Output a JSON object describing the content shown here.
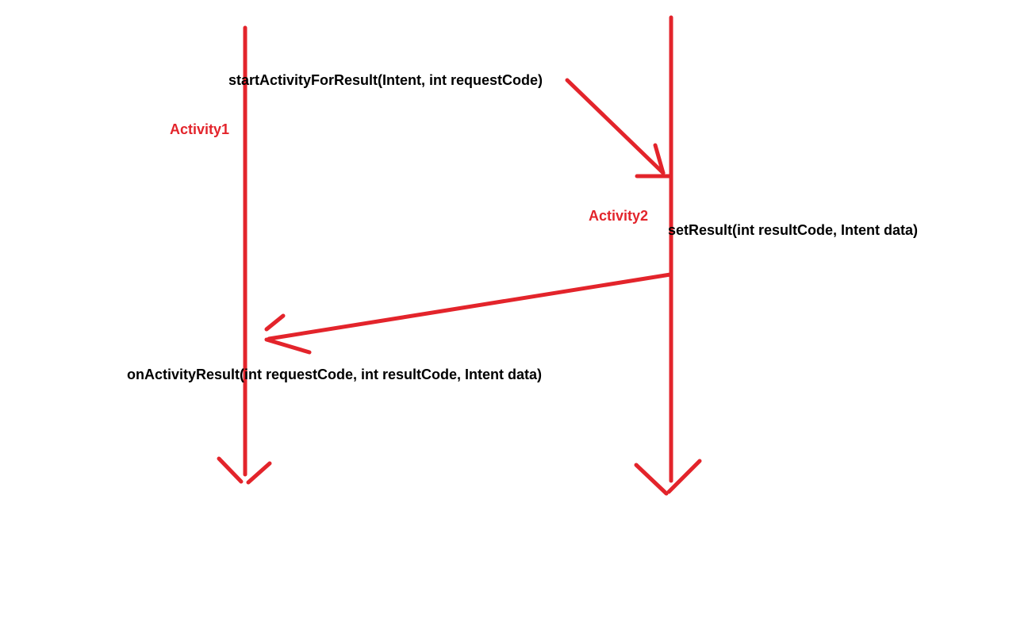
{
  "colors": {
    "stroke": "#e3242b",
    "activity_label": "#e3242b",
    "method_label": "#000000",
    "background": "#ffffff"
  },
  "lifelines": [
    {
      "label": "Activity1"
    },
    {
      "label": "Activity2"
    }
  ],
  "messages": [
    {
      "label": "startActivityForResult(Intent, int requestCode)"
    },
    {
      "label": "setResult(int resultCode, Intent data)"
    },
    {
      "label": "onActivityResult(int requestCode, int resultCode, Intent data)"
    }
  ]
}
